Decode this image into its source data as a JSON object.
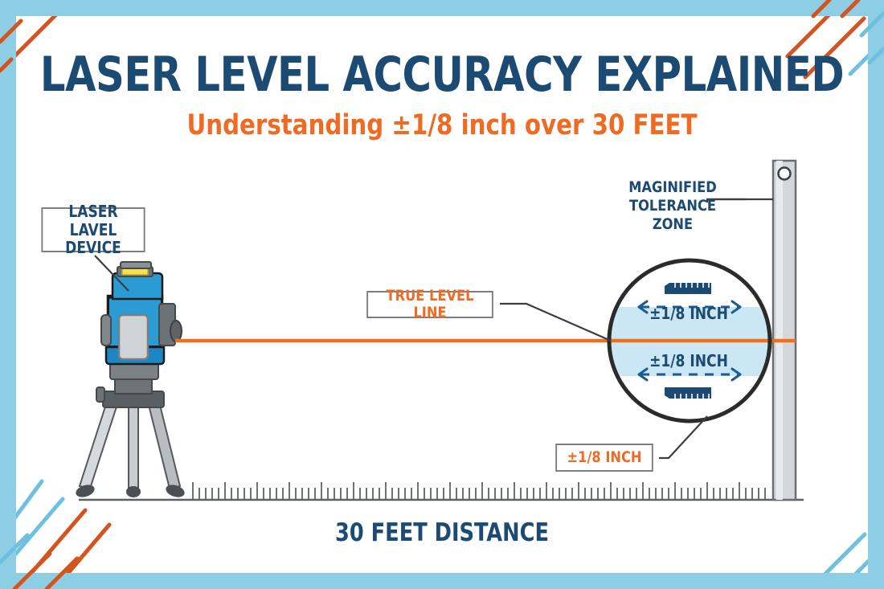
{
  "header": {
    "title": "LASER LEVEL ACCURACY EXPLAINED",
    "subtitle": "Understanding ±1/8 inch over 30 FEET"
  },
  "footer": {
    "caption": "30 FEET DISTANCE"
  },
  "callouts": {
    "device_label_line1": "LASER LAVEL",
    "device_label_line2": "DEVICE",
    "true_level_line": "TRUE LEVEL LINE",
    "tolerance_box": "±1/8 INCH",
    "magnified_line1": "MAGINIFIED",
    "magnified_line2": "TOLERANCE ZONE"
  },
  "magnifier": {
    "upper_tolerance": "±1/8 INCH",
    "lower_tolerance": "±1/8 INCH",
    "ruler_icon_top": "ruler-icon",
    "ruler_icon_bottom": "ruler-icon",
    "arrow_icon_top": "double-arrow-dashed-icon",
    "arrow_icon_bottom": "double-arrow-dashed-icon"
  },
  "icons": {
    "laser_device": "laser-level-device-icon",
    "tripod": "tripod-icon",
    "pole": "measuring-pole-icon",
    "pole_hole": "pole-hole-icon",
    "ground_ruler": "ground-ruler-icon"
  },
  "colors": {
    "navy": "#1b4a72",
    "orange": "#ef6a23",
    "laser_line": "#f2701d",
    "frame_blue": "#8ecee4",
    "band_blue": "#cbe7f3",
    "gray_border": "#7b7f84",
    "device_blue": "#2b9bd4",
    "circle_stroke": "#2b2b2b"
  }
}
